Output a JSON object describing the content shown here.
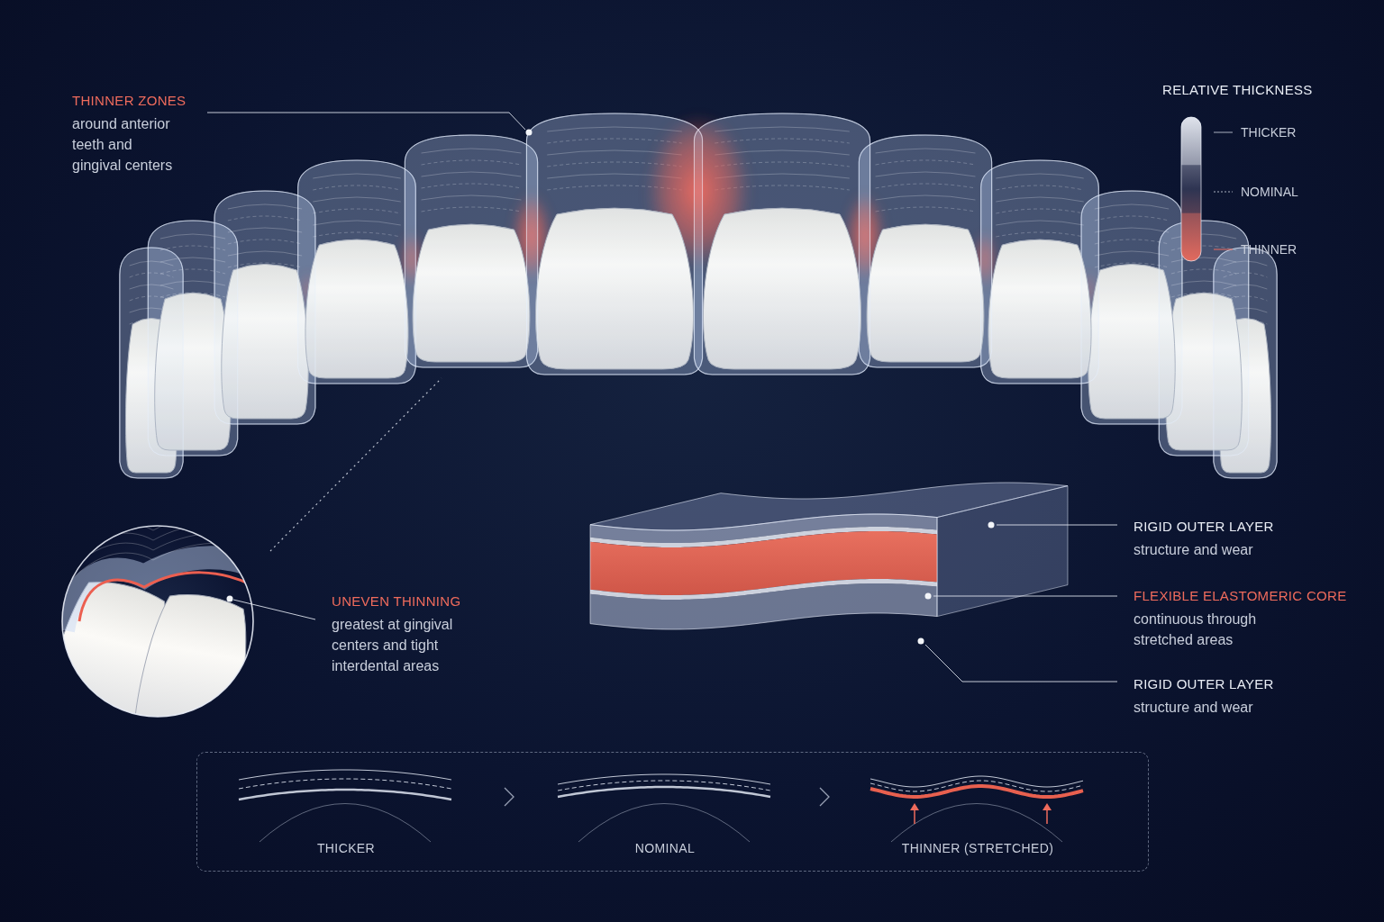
{
  "diagram": {
    "nodes": [
      {
        "text": [
          "THICKER",
          "NOMINAL",
          "THINNER (STRETCHED)"
        ]
      }
    ],
    "labels": [
      "THINNER ZONES",
      "around anterior teeth and gingival centers",
      "RELATIVE THICKNESS",
      "UNEVEN THINNING",
      "greatest at gingival centers and tight interdental areas",
      "RIGID OUTER LAYER",
      "structure and wear",
      "FLEXIBLE ELASTOMERIC CORE",
      "continuous through stretched areas",
      "RIGID OUTER LAYER",
      "structure and wear"
    ],
    "legend": [
      {
        "text": "THICKER",
        "color": "#dfe3ec"
      },
      {
        "text": "NOMINAL",
        "color": "#2e3452"
      },
      {
        "text": "THINNER",
        "color": "#e26a5e"
      }
    ]
  }
}
